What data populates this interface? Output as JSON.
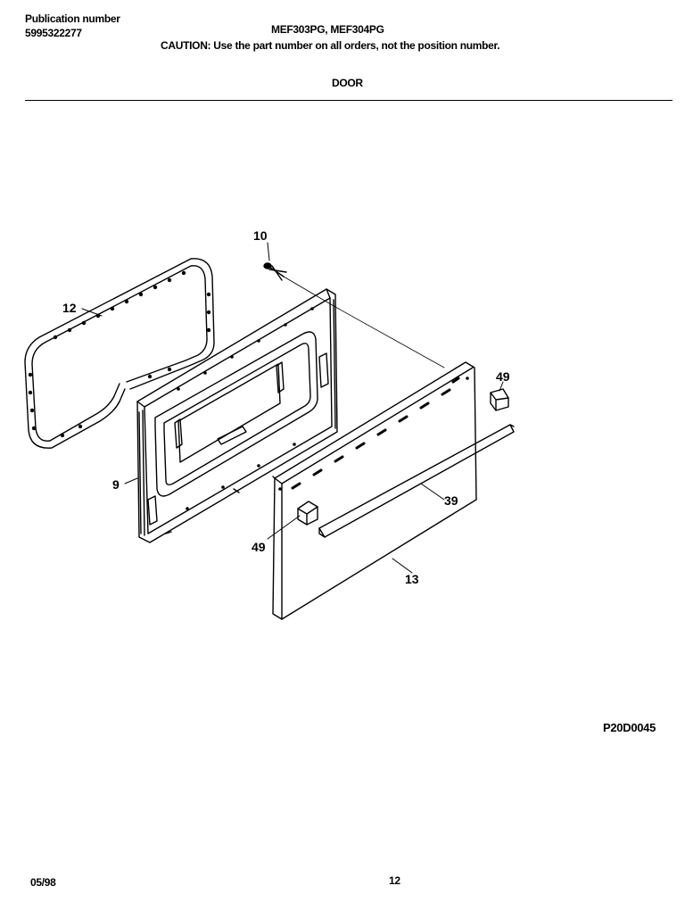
{
  "header": {
    "publication_label": "Publication number",
    "publication_number": "5995322277",
    "models": "MEF303PG, MEF304PG",
    "caution": "CAUTION:  Use the part number on all orders, not the position number.",
    "section_title": "DOOR"
  },
  "diagram": {
    "callouts": {
      "c10": "10",
      "c12": "12",
      "c9": "9",
      "c49_top": "49",
      "c39": "39",
      "c49_bottom": "49",
      "c13": "13"
    },
    "reference_code": "P20D0045"
  },
  "footer": {
    "date": "05/98",
    "page": "12"
  }
}
